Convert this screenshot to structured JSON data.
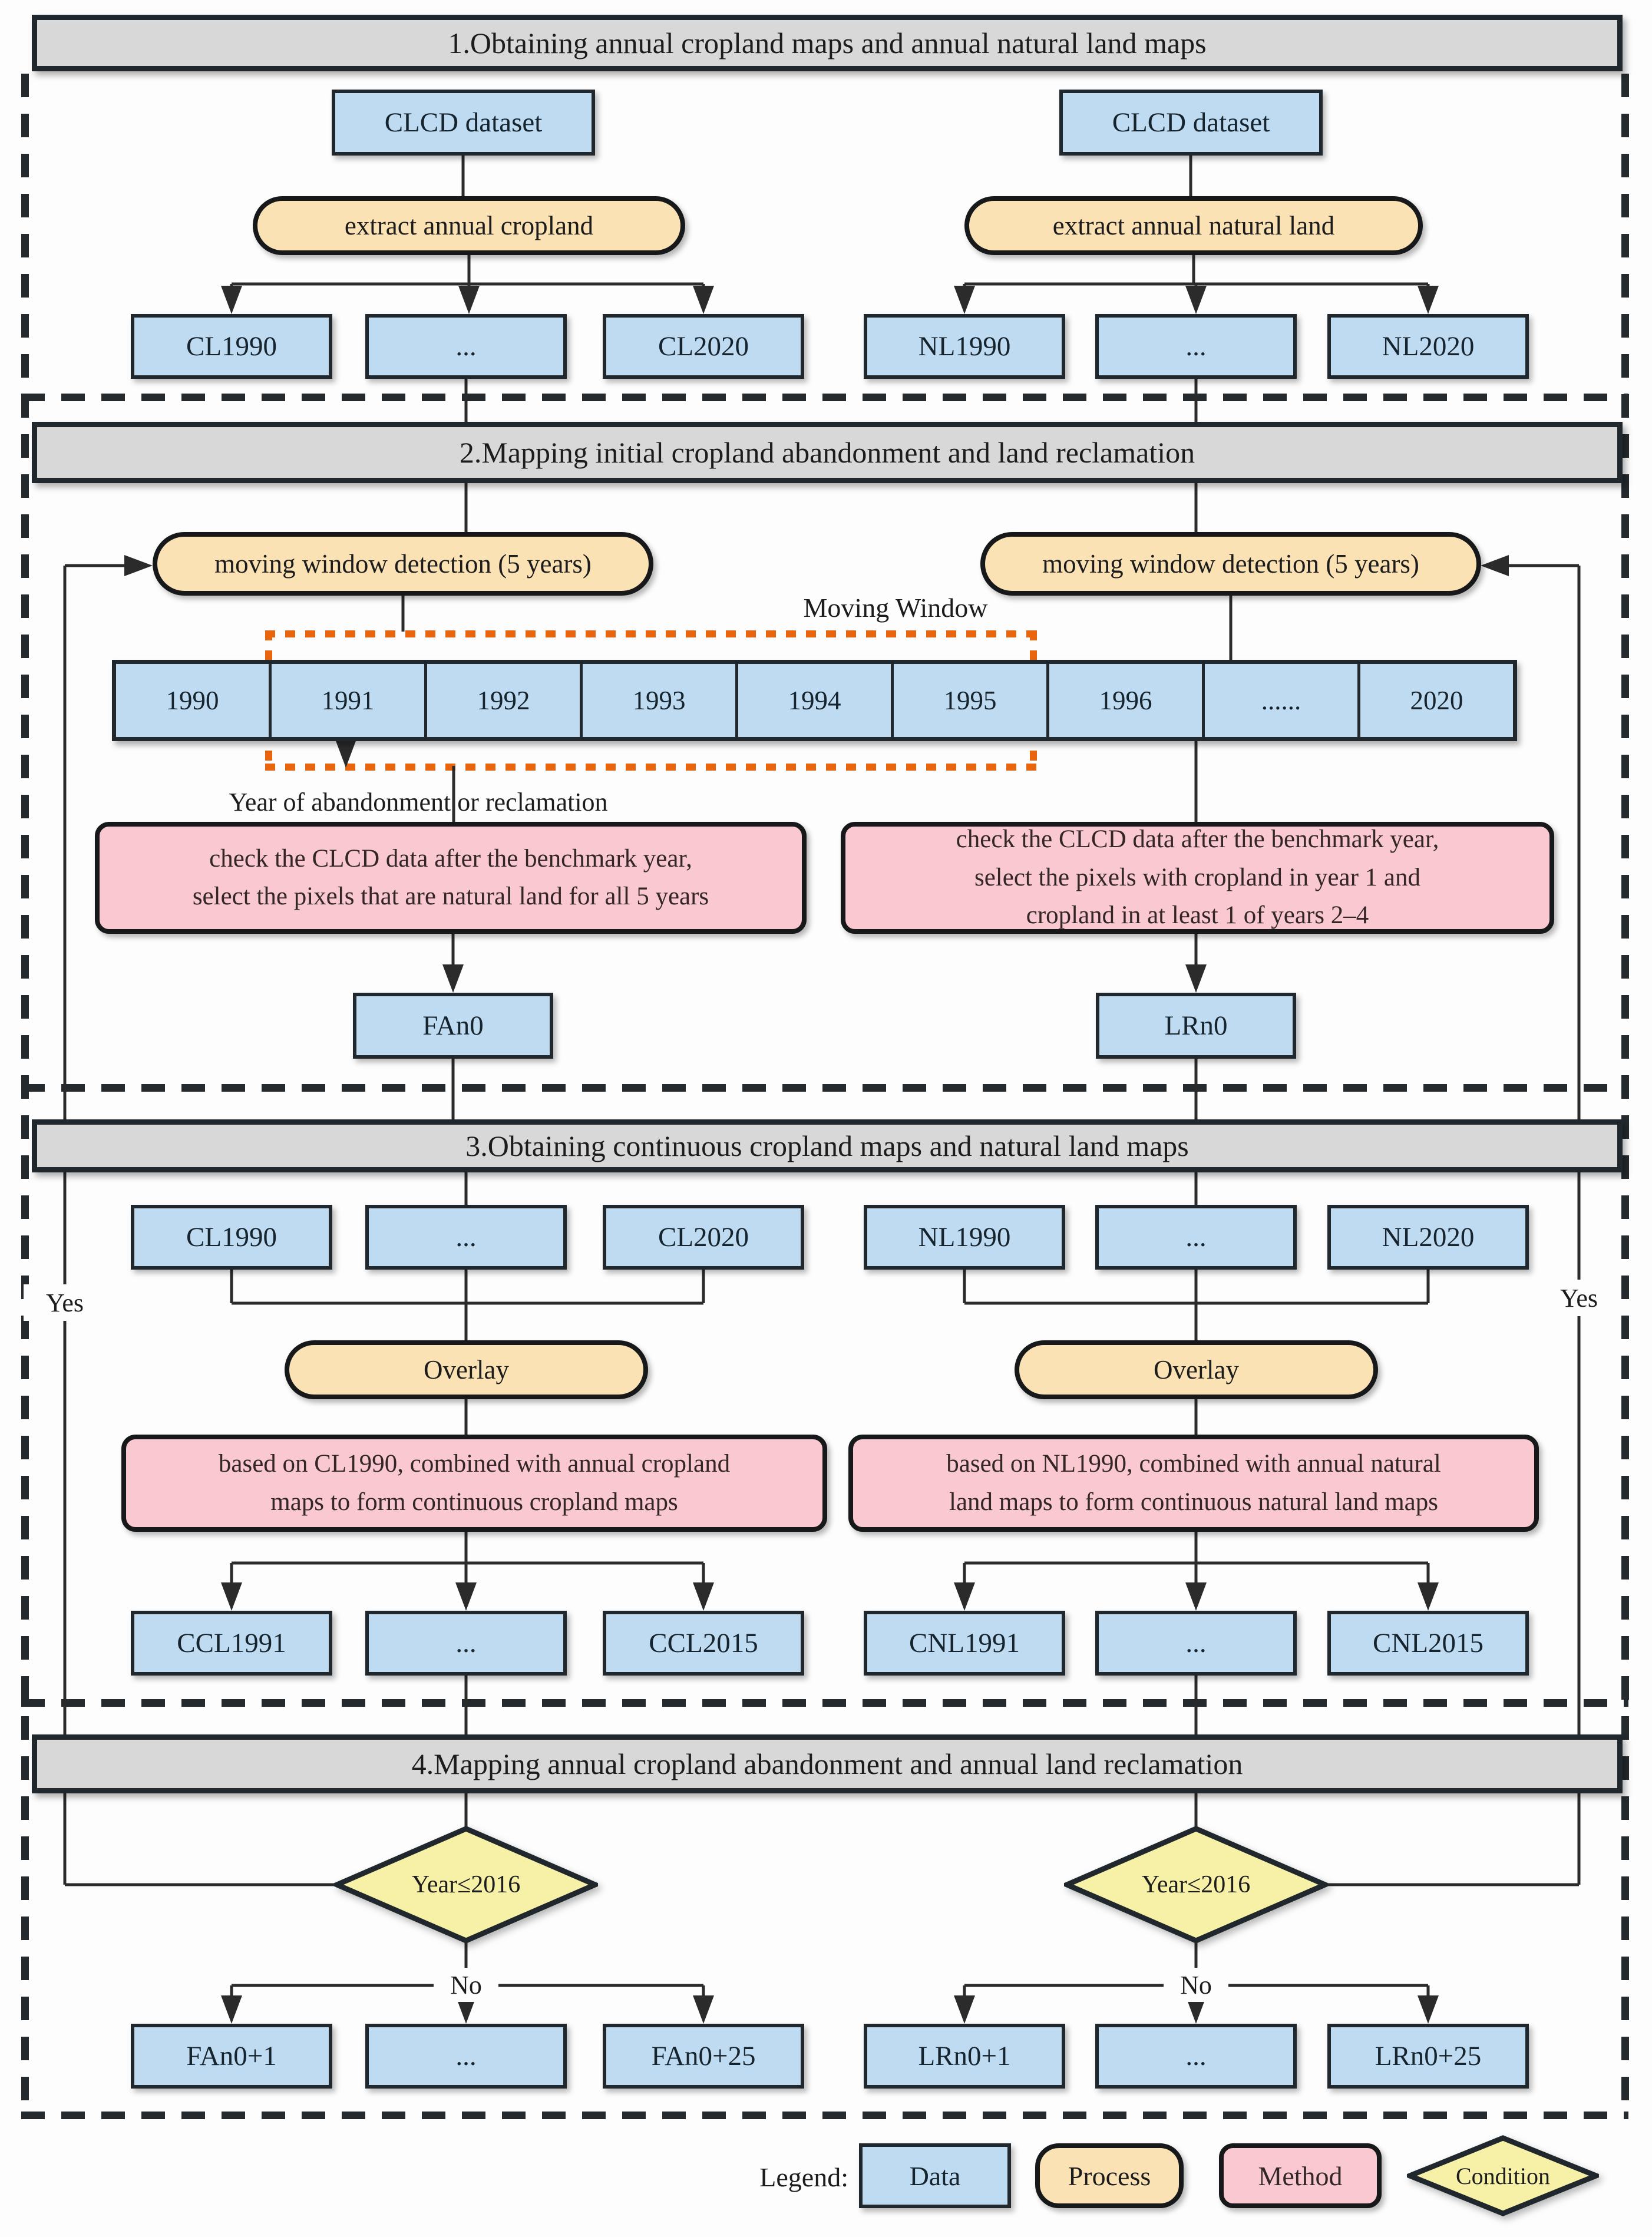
{
  "sections": {
    "s1": {
      "title": "1.Obtaining annual cropland maps and annual natural land maps",
      "clcd_left": "CLCD dataset",
      "clcd_right": "CLCD dataset",
      "process_left": "extract annual cropland",
      "process_right": "extract annual natural land",
      "outputs": [
        "CL1990",
        "...",
        "CL2020",
        "NL1990",
        "...",
        "NL2020"
      ]
    },
    "s2": {
      "title": "2.Mapping initial cropland abandonment and land reclamation",
      "process_left": "moving window detection (5 years)",
      "process_right": "moving window detection (5 years)",
      "moving_window_label": "Moving Window",
      "years": [
        "1990",
        "1991",
        "1992",
        "1993",
        "1994",
        "1995",
        "1996",
        "......",
        "2020"
      ],
      "window_arrow_label": "Year of abandonment or reclamation",
      "method_left": "check the CLCD data after the benchmark year,\nselect the pixels that are natural land for all 5 years",
      "method_right": "check the CLCD data after the benchmark year,\nselect the pixels with cropland in year 1 and\ncropland in at least 1 of years 2–4",
      "output_left": "FAn0",
      "output_right": "LRn0"
    },
    "s3": {
      "title": "3.Obtaining continuous cropland maps and natural land maps",
      "inputs": [
        "CL1990",
        "...",
        "CL2020",
        "NL1990",
        "...",
        "NL2020"
      ],
      "process_left": "Overlay",
      "process_right": "Overlay",
      "method_left": "based on CL1990, combined with annual cropland\nmaps to form continuous cropland maps",
      "method_right": "based on NL1990, combined with annual natural\nland maps to form continuous natural land maps",
      "outputs": [
        "CCL1991",
        "...",
        "CCL2015",
        "CNL1991",
        "...",
        "CNL2015"
      ],
      "yes_left": "Yes",
      "yes_right": "Yes"
    },
    "s4": {
      "title": "4.Mapping annual cropland abandonment and annual land reclamation",
      "condition_left": "Year≤2016",
      "condition_right": "Year≤2016",
      "no_left": "No",
      "no_right": "No",
      "outputs": [
        "FAn0+1",
        "...",
        "FAn0+25",
        "LRn0+1",
        "...",
        "LRn0+25"
      ]
    }
  },
  "legend": {
    "label": "Legend:",
    "data": "Data",
    "process": "Process",
    "method": "Method",
    "condition": "Condition"
  },
  "colors": {
    "data_fill": "#BFDBF2",
    "process_fill": "#FBE2B4",
    "method_fill": "#F9C8D0",
    "condition_fill": "#F6F1A7",
    "header_fill": "#D8D8D8",
    "stroke": "#20282E",
    "connector": "#2B2B2B",
    "window_dotted": "#E8650D"
  }
}
